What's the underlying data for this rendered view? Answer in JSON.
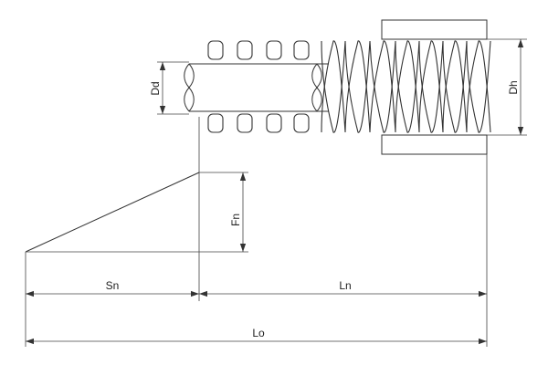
{
  "diagram": {
    "labels": {
      "dd": "Dd",
      "dh": "Dh",
      "fn": "Fn",
      "sn": "Sn",
      "ln": "Ln",
      "lo": "Lo"
    },
    "colors": {
      "line": "#333333",
      "text": "#222222",
      "background": "#ffffff"
    }
  }
}
